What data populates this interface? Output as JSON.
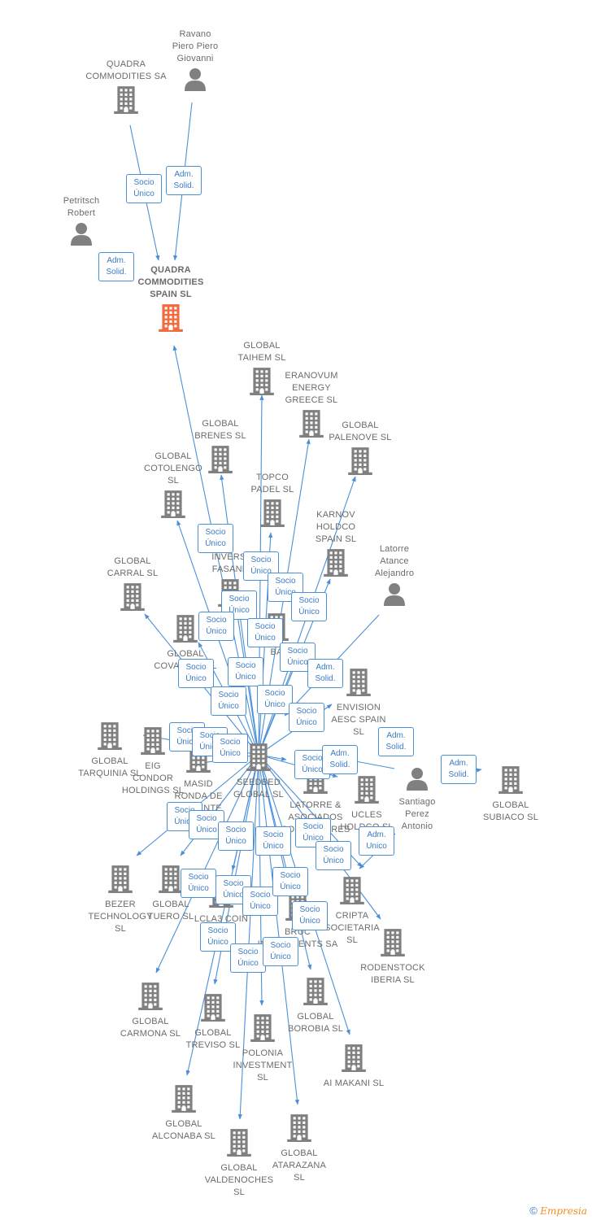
{
  "colors": {
    "edge": "#4a90d9",
    "company": "#808080",
    "focus": "#f26a3d",
    "person": "#808080"
  },
  "brand": {
    "symbol": "©",
    "name": "Empresia"
  },
  "nodes": [
    {
      "id": "n1",
      "label": "Ravano\nPiero Piero\nGiovanni",
      "type": "person"
    },
    {
      "id": "n2",
      "label": "QUADRA\nCOMMODITIES SA",
      "type": "company"
    },
    {
      "id": "n3",
      "label": "Petritsch\nRobert",
      "type": "person"
    },
    {
      "id": "n4",
      "label": "QUADRA\nCOMMODITIES\nSPAIN  SL",
      "type": "focus"
    },
    {
      "id": "n5",
      "label": "GLOBAL\nTAIHEM SL",
      "type": "company"
    },
    {
      "id": "n6",
      "label": "ERANOVUM\nENERGY\nGREECE  SL",
      "type": "company"
    },
    {
      "id": "n7",
      "label": "GLOBAL\nBRENES  SL",
      "type": "company"
    },
    {
      "id": "n8",
      "label": "GLOBAL\nPALENOVE  SL",
      "type": "company"
    },
    {
      "id": "n9",
      "label": "GLOBAL\nCOTOLENGO\nSL",
      "type": "company"
    },
    {
      "id": "n10",
      "label": "TOPCO\nPADEL  SL",
      "type": "company"
    },
    {
      "id": "n11",
      "label": "KARNOV\nHOLDCO\nSPAIN  SL",
      "type": "company"
    },
    {
      "id": "n12",
      "label": "INVERSI\nFASANB",
      "type": "company"
    },
    {
      "id": "n13",
      "label": "Latorre\nAtance\nAlejandro",
      "type": "person"
    },
    {
      "id": "n14",
      "label": "GLOBAL\nCARRAL  SL",
      "type": "company"
    },
    {
      "id": "n15",
      "label": "GLOBAL\nCOVALEDA  SL",
      "type": "company"
    },
    {
      "id": "n16",
      "label": "BA",
      "type": "company"
    },
    {
      "id": "n17",
      "label": "ENVISION\nAESC SPAIN\nSL",
      "type": "company"
    },
    {
      "id": "n18",
      "label": "GLOBAL\nTARQUINIA  SL",
      "type": "company"
    },
    {
      "id": "n19",
      "label": "EIG\nCONDOR\nHOLDINGS  SL",
      "type": "company"
    },
    {
      "id": "n20",
      "label": "MASID\nRONDA DE\nPONIENTE",
      "type": "company"
    },
    {
      "id": "n21",
      "label": "SEEDBED\nGLOBAL  SL",
      "type": "company"
    },
    {
      "id": "n22",
      "label": "LATORRE &\nASOCIADOS\nCONSULTORES",
      "type": "company"
    },
    {
      "id": "n23",
      "label": "UCLES\nHOLDCO  SL",
      "type": "company"
    },
    {
      "id": "n24",
      "label": "Santiago\nPerez\nAntonio",
      "type": "person"
    },
    {
      "id": "n25",
      "label": "GLOBAL\nSUBIACO  SL",
      "type": "company"
    },
    {
      "id": "n26",
      "label": "BEZER\nTECHNOLOGY\nSL",
      "type": "company"
    },
    {
      "id": "n27",
      "label": "GLOBAL\nTUERO  SL",
      "type": "company"
    },
    {
      "id": "n28",
      "label": "LCLA3 COIN\nSL",
      "type": "company"
    },
    {
      "id": "n29",
      "label": "CRIPTA\nSOCIETARIA\nSL",
      "type": "company"
    },
    {
      "id": "n30",
      "label": "RODENSTOCK\nIBERIA  SL",
      "type": "company"
    },
    {
      "id": "n31",
      "label": "BRUC\nINVESTMENTS SA",
      "type": "company"
    },
    {
      "id": "n32",
      "label": "GLOBAL\nCARMONA  SL",
      "type": "company"
    },
    {
      "id": "n33",
      "label": "GLOBAL\nTREVISO  SL",
      "type": "company"
    },
    {
      "id": "n34",
      "label": "GLOBAL\nBOROBIA  SL",
      "type": "company"
    },
    {
      "id": "n35",
      "label": "POLONIA\nINVESTMENT\nSL",
      "type": "company"
    },
    {
      "id": "n36",
      "label": "AI MAKANI  SL",
      "type": "company"
    },
    {
      "id": "n37",
      "label": "GLOBAL\nALCONABA  SL",
      "type": "company"
    },
    {
      "id": "n38",
      "label": "GLOBAL\nVALDENOCHES\nSL",
      "type": "company"
    },
    {
      "id": "n39",
      "label": "GLOBAL\nATARAZANA\nSL",
      "type": "company"
    }
  ],
  "badges": [
    {
      "id": "b1",
      "text": "Socio\nÚnico"
    },
    {
      "id": "b2",
      "text": "Adm.\nSolid."
    },
    {
      "id": "b3",
      "text": "Adm.\nSolid."
    },
    {
      "id": "b4",
      "text": "Socio\nÚnico"
    },
    {
      "id": "b5",
      "text": "Socio\nÚnico"
    },
    {
      "id": "b6",
      "text": "Socio\nÚnico"
    },
    {
      "id": "b7",
      "text": "Socio\nÚnico"
    },
    {
      "id": "b8",
      "text": "Socio\nÚnico"
    },
    {
      "id": "b9",
      "text": "Socio\nÚnico"
    },
    {
      "id": "b10",
      "text": "Socio\nÚnico"
    },
    {
      "id": "b11",
      "text": "Socio\nÚnico"
    },
    {
      "id": "b12",
      "text": "Adm.\nSolid."
    },
    {
      "id": "b13",
      "text": "Socio\nÚnico"
    },
    {
      "id": "b14",
      "text": "Socio\nÚnico"
    },
    {
      "id": "b15",
      "text": "Socio\nÚnico"
    },
    {
      "id": "b16",
      "text": "Socio\nÚnico"
    },
    {
      "id": "b17",
      "text": "Socio\nÚnico"
    },
    {
      "id": "b18",
      "text": "Socio\nÚnico"
    },
    {
      "id": "b19",
      "text": "Socio\nÚnico"
    },
    {
      "id": "b20",
      "text": "Socio\nÚnico"
    },
    {
      "id": "b21",
      "text": "Socio\nÚnico"
    },
    {
      "id": "b22",
      "text": "Adm.\nSolid."
    },
    {
      "id": "b23",
      "text": "Adm.\nSolid."
    },
    {
      "id": "b24",
      "text": "Adm.\nSolid."
    },
    {
      "id": "b25",
      "text": "Socio\nÚnico"
    },
    {
      "id": "b26",
      "text": "Socio\nÚnico"
    },
    {
      "id": "b27",
      "text": "Socio\nÚnico"
    },
    {
      "id": "b28",
      "text": "Socio\nÚnico"
    },
    {
      "id": "b29",
      "text": "Socio\nÚnico"
    },
    {
      "id": "b30",
      "text": "Adm.\nUnico"
    },
    {
      "id": "b31",
      "text": "Socio\nÚnico"
    },
    {
      "id": "b32",
      "text": "Socio\nÚnico"
    },
    {
      "id": "b33",
      "text": "Socio\nÚnico"
    },
    {
      "id": "b34",
      "text": "Socio\nÚnico"
    },
    {
      "id": "b35",
      "text": "Socio\nÚnico"
    },
    {
      "id": "b36",
      "text": "Socio\nÚnico"
    },
    {
      "id": "b37",
      "text": "Socio\nÚnico"
    },
    {
      "id": "b38",
      "text": "Socio\nÚnico"
    },
    {
      "id": "b39",
      "text": "Socio\nÚnico"
    }
  ]
}
